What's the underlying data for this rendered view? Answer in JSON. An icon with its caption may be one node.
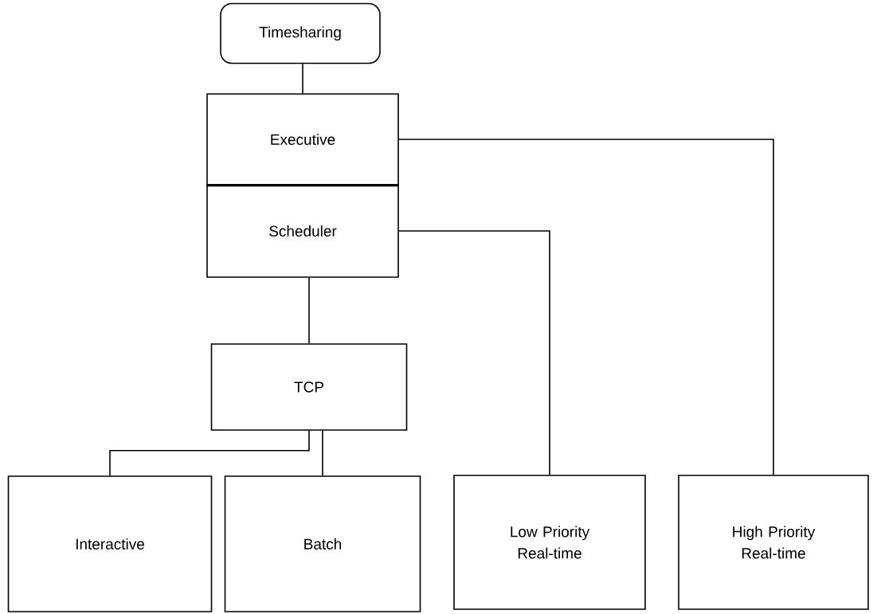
{
  "diagram": {
    "nodes": [
      {
        "text": [
          "Timesharing"
        ]
      },
      {
        "text": [
          "Executive"
        ]
      },
      {
        "text": [
          "Scheduler"
        ]
      },
      {
        "text": [
          "TCP"
        ]
      },
      {
        "text": [
          "Interactive"
        ]
      },
      {
        "text": [
          "Batch"
        ]
      },
      {
        "text": [
          "Low Priority Real-time"
        ]
      },
      {
        "text": [
          "High Priority Real-time"
        ]
      }
    ],
    "edges": [
      {
        "from": 0,
        "to": 1,
        "arrow": "none"
      },
      {
        "from": 1,
        "to": 7,
        "arrow": "none"
      },
      {
        "from": 2,
        "to": 6,
        "arrow": "none"
      },
      {
        "from": 2,
        "to": 3,
        "arrow": "none"
      },
      {
        "from": 3,
        "to": 4,
        "arrow": "none"
      },
      {
        "from": 3,
        "to": 5,
        "arrow": "none"
      }
    ]
  }
}
